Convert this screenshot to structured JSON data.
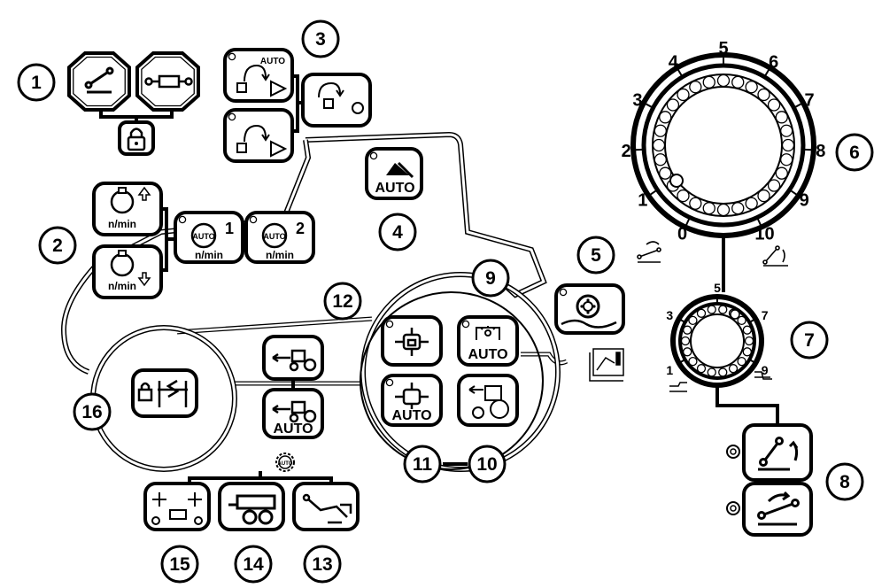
{
  "callouts": {
    "c1": "1",
    "c2": "2",
    "c3": "3",
    "c4": "4",
    "c5": "5",
    "c6": "6",
    "c7": "7",
    "c8": "8",
    "c9": "9",
    "c10": "10",
    "c11": "11",
    "c12": "12",
    "c13": "13",
    "c14": "14",
    "c15": "15",
    "c16": "16"
  },
  "labels": {
    "auto": "AUTO",
    "auto_small": "AUTO",
    "nmin": "n/min",
    "one": "1",
    "two": "2"
  },
  "dial_large": {
    "ticks": [
      "0",
      "1",
      "2",
      "3",
      "4",
      "5",
      "6",
      "7",
      "8",
      "9",
      "10"
    ]
  },
  "dial_small": {
    "ticks": [
      "1",
      "3",
      "5",
      "7",
      "9"
    ]
  },
  "icons": [
    "lift-arm-icon",
    "hydraulic-cylinder-icon",
    "padlock-icon",
    "headland-turn-icon",
    "engine-speed-icon",
    "implement-auto-icon",
    "tyre-pressure-icon",
    "rotary-dial-icon",
    "differential-lock-icon",
    "four-wheel-drive-icon",
    "pto-auto-icon",
    "tractor-reverse-icon",
    "suspension-lock-icon",
    "trailer-icon",
    "hitch-icon",
    "tractor-axles-icon",
    "raise-icon",
    "lower-icon"
  ]
}
